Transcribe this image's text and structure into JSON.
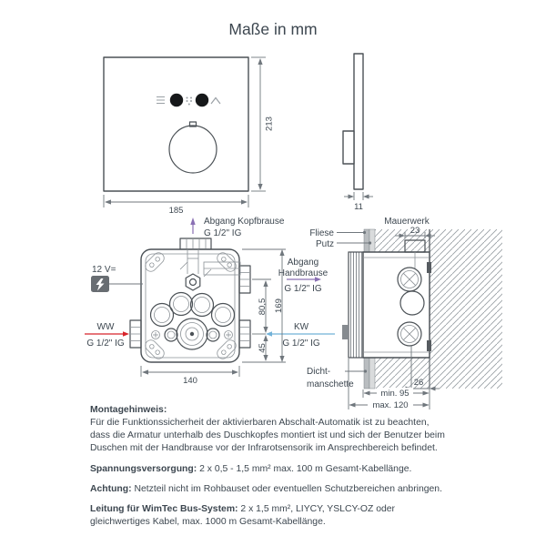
{
  "title": "Maße in mm",
  "colors": {
    "text": "#3d4750",
    "line": "#4b5156",
    "dim": "#70777d",
    "red": "#d8232a",
    "blue": "#72b2d8",
    "violet": "#8a70b4",
    "bolt_bg": "#686d72",
    "tile": "#b9bdc0",
    "plaster": "#d9dbdc"
  },
  "front_view": {
    "width": "185",
    "height": "213"
  },
  "side_view": {
    "depth": "11"
  },
  "rough_in_box": {
    "power": "12 V=",
    "ww": "WW",
    "ww_thread": "G 1/2\" IG",
    "kw": "KW",
    "kw_thread": "G 1/2\" IG",
    "outlet_head_1": "Abgang Kopfbrause",
    "outlet_head_2": "G 1/2\" IG",
    "outlet_hand_1": "Abgang",
    "outlet_hand_2": "Handbrause",
    "outlet_hand_3": "G 1/2\" IG",
    "width": "140",
    "h_hand": "80,5",
    "h_total": "169",
    "h_kw": "45"
  },
  "wall_section": {
    "mauerwerk": "Mauerwerk",
    "fliese": "Fliese",
    "putz": "Putz",
    "dicht_1": "Dicht-",
    "dicht_2": "manschette",
    "depth_23": "23",
    "depth_26": "26",
    "depth_min": "min. 95",
    "depth_max": "max. 120"
  },
  "notes": {
    "montage_title": "Montagehinweis:",
    "montage_lines": [
      "Für die Funktionssicherheit der aktivierbaren Abschalt-Automatik ist zu beachten,",
      "dass die Armatur unterhalb des Duschkopfes montiert ist und sich der Benutzer beim",
      "Duschen mit der Handbrause vor der Infrarotsensorik im Ansprechbereich befindet."
    ],
    "power_label": "Spannungsversorgung:",
    "power_text": " 2 x 0,5 - 1,5 mm²  max. 100 m Gesamt-Kabellänge.",
    "warning_label": "Achtung:",
    "warning_text": " Netzteil nicht im Rohbauset oder eventuellen Schutzbereichen anbringen.",
    "bus_label": "Leitung für WimTec Bus-System:",
    "bus_line1": " 2 x 1,5 mm², LIYCY, YSLCY-OZ oder",
    "bus_line2": "gleichwertiges Kabel, max. 1000 m Gesamt-Kabellänge."
  }
}
